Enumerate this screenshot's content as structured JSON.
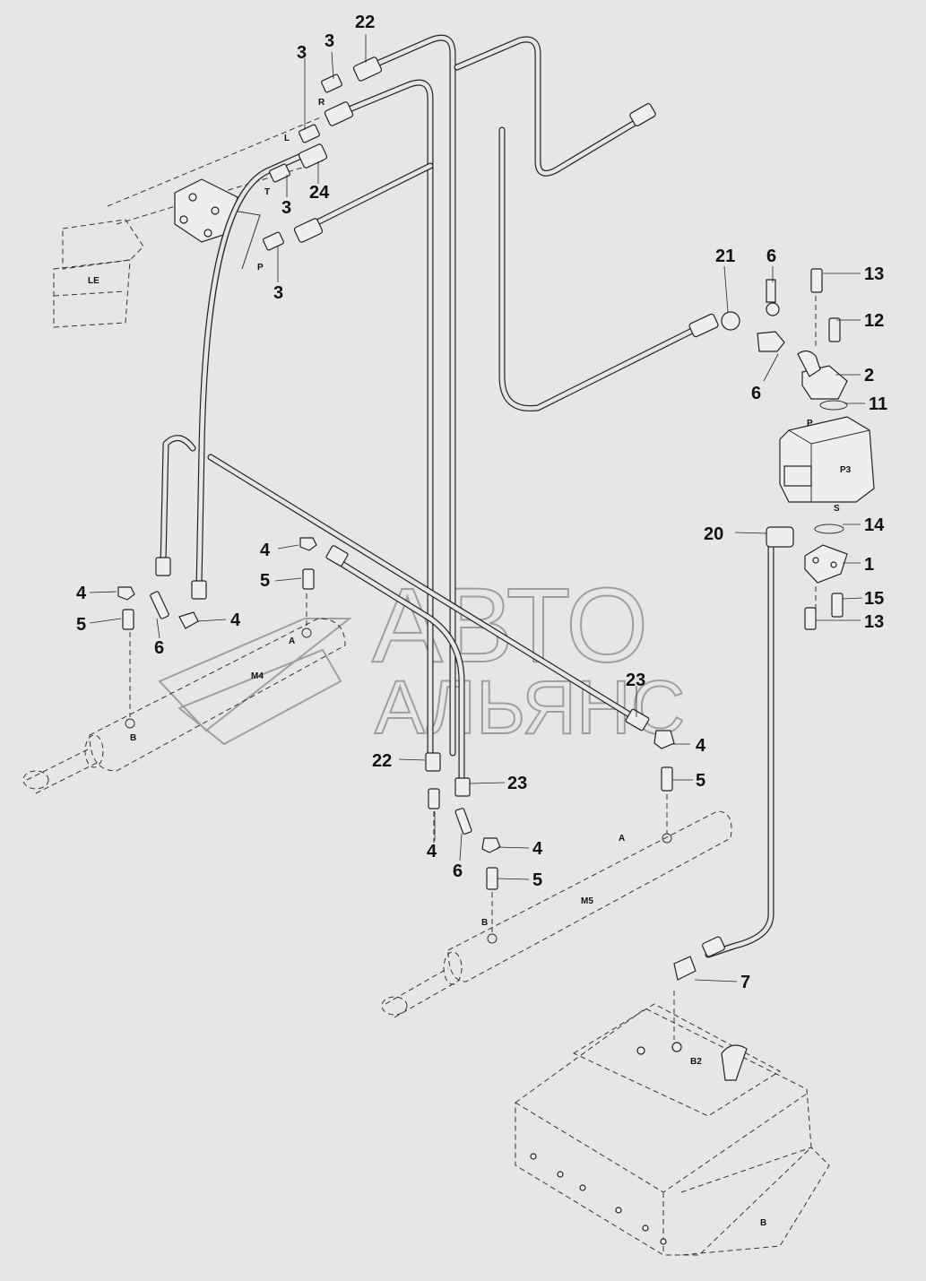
{
  "watermark": {
    "line1": "АВТО",
    "line2": "АЛЬЯНС"
  },
  "callouts": {
    "n1": "1",
    "n2": "2",
    "n3": "3",
    "n4": "4",
    "n5": "5",
    "n6": "6",
    "n7": "7",
    "n11": "11",
    "n12": "12",
    "n13": "13",
    "n14": "14",
    "n15": "15",
    "n20": "20",
    "n21": "21",
    "n22": "22",
    "n23": "23",
    "n24": "24"
  },
  "letters": {
    "le": "LE",
    "r": "R",
    "l": "L",
    "t": "T",
    "p": "P",
    "p_pump": "P",
    "p3": "P3",
    "s": "S",
    "m4": "M4",
    "m4_a": "A",
    "m4_b": "B",
    "m5": "M5",
    "m5_a": "A",
    "m5_b": "B",
    "b2": "B2",
    "tank_b": "B"
  }
}
